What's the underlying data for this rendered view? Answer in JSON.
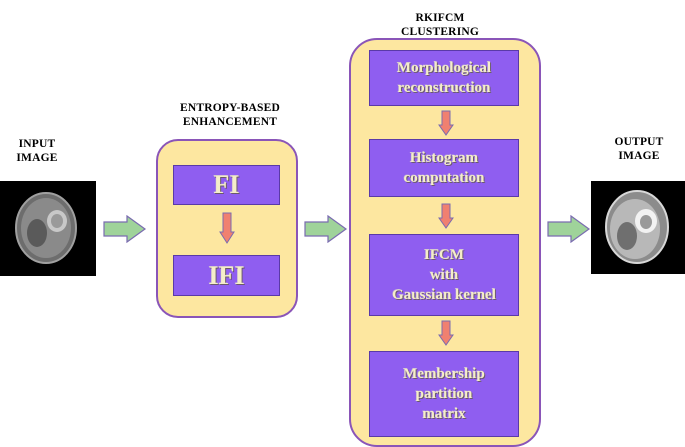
{
  "input": {
    "label": "INPUT\nIMAGE"
  },
  "output": {
    "label": "OUTPUT\nIMAGE"
  },
  "enhancement": {
    "title": "ENTROPY-BASED\nENHANCEMENT",
    "steps": [
      "FI",
      "IFI"
    ]
  },
  "clustering": {
    "title": "RKIFCM\nCLUSTERING",
    "steps": [
      "Morphological\nreconstruction",
      "Histogram\ncomputation",
      "IFCM\nwith\nGaussian kernel",
      "Membership\npartition\nmatrix"
    ]
  },
  "colors": {
    "panel_fill": "#fde7a0",
    "panel_border": "#8a55b8",
    "box_fill": "#8f5ef0",
    "flow_arrow": "#9fd39a",
    "step_arrow": "#f08070"
  }
}
